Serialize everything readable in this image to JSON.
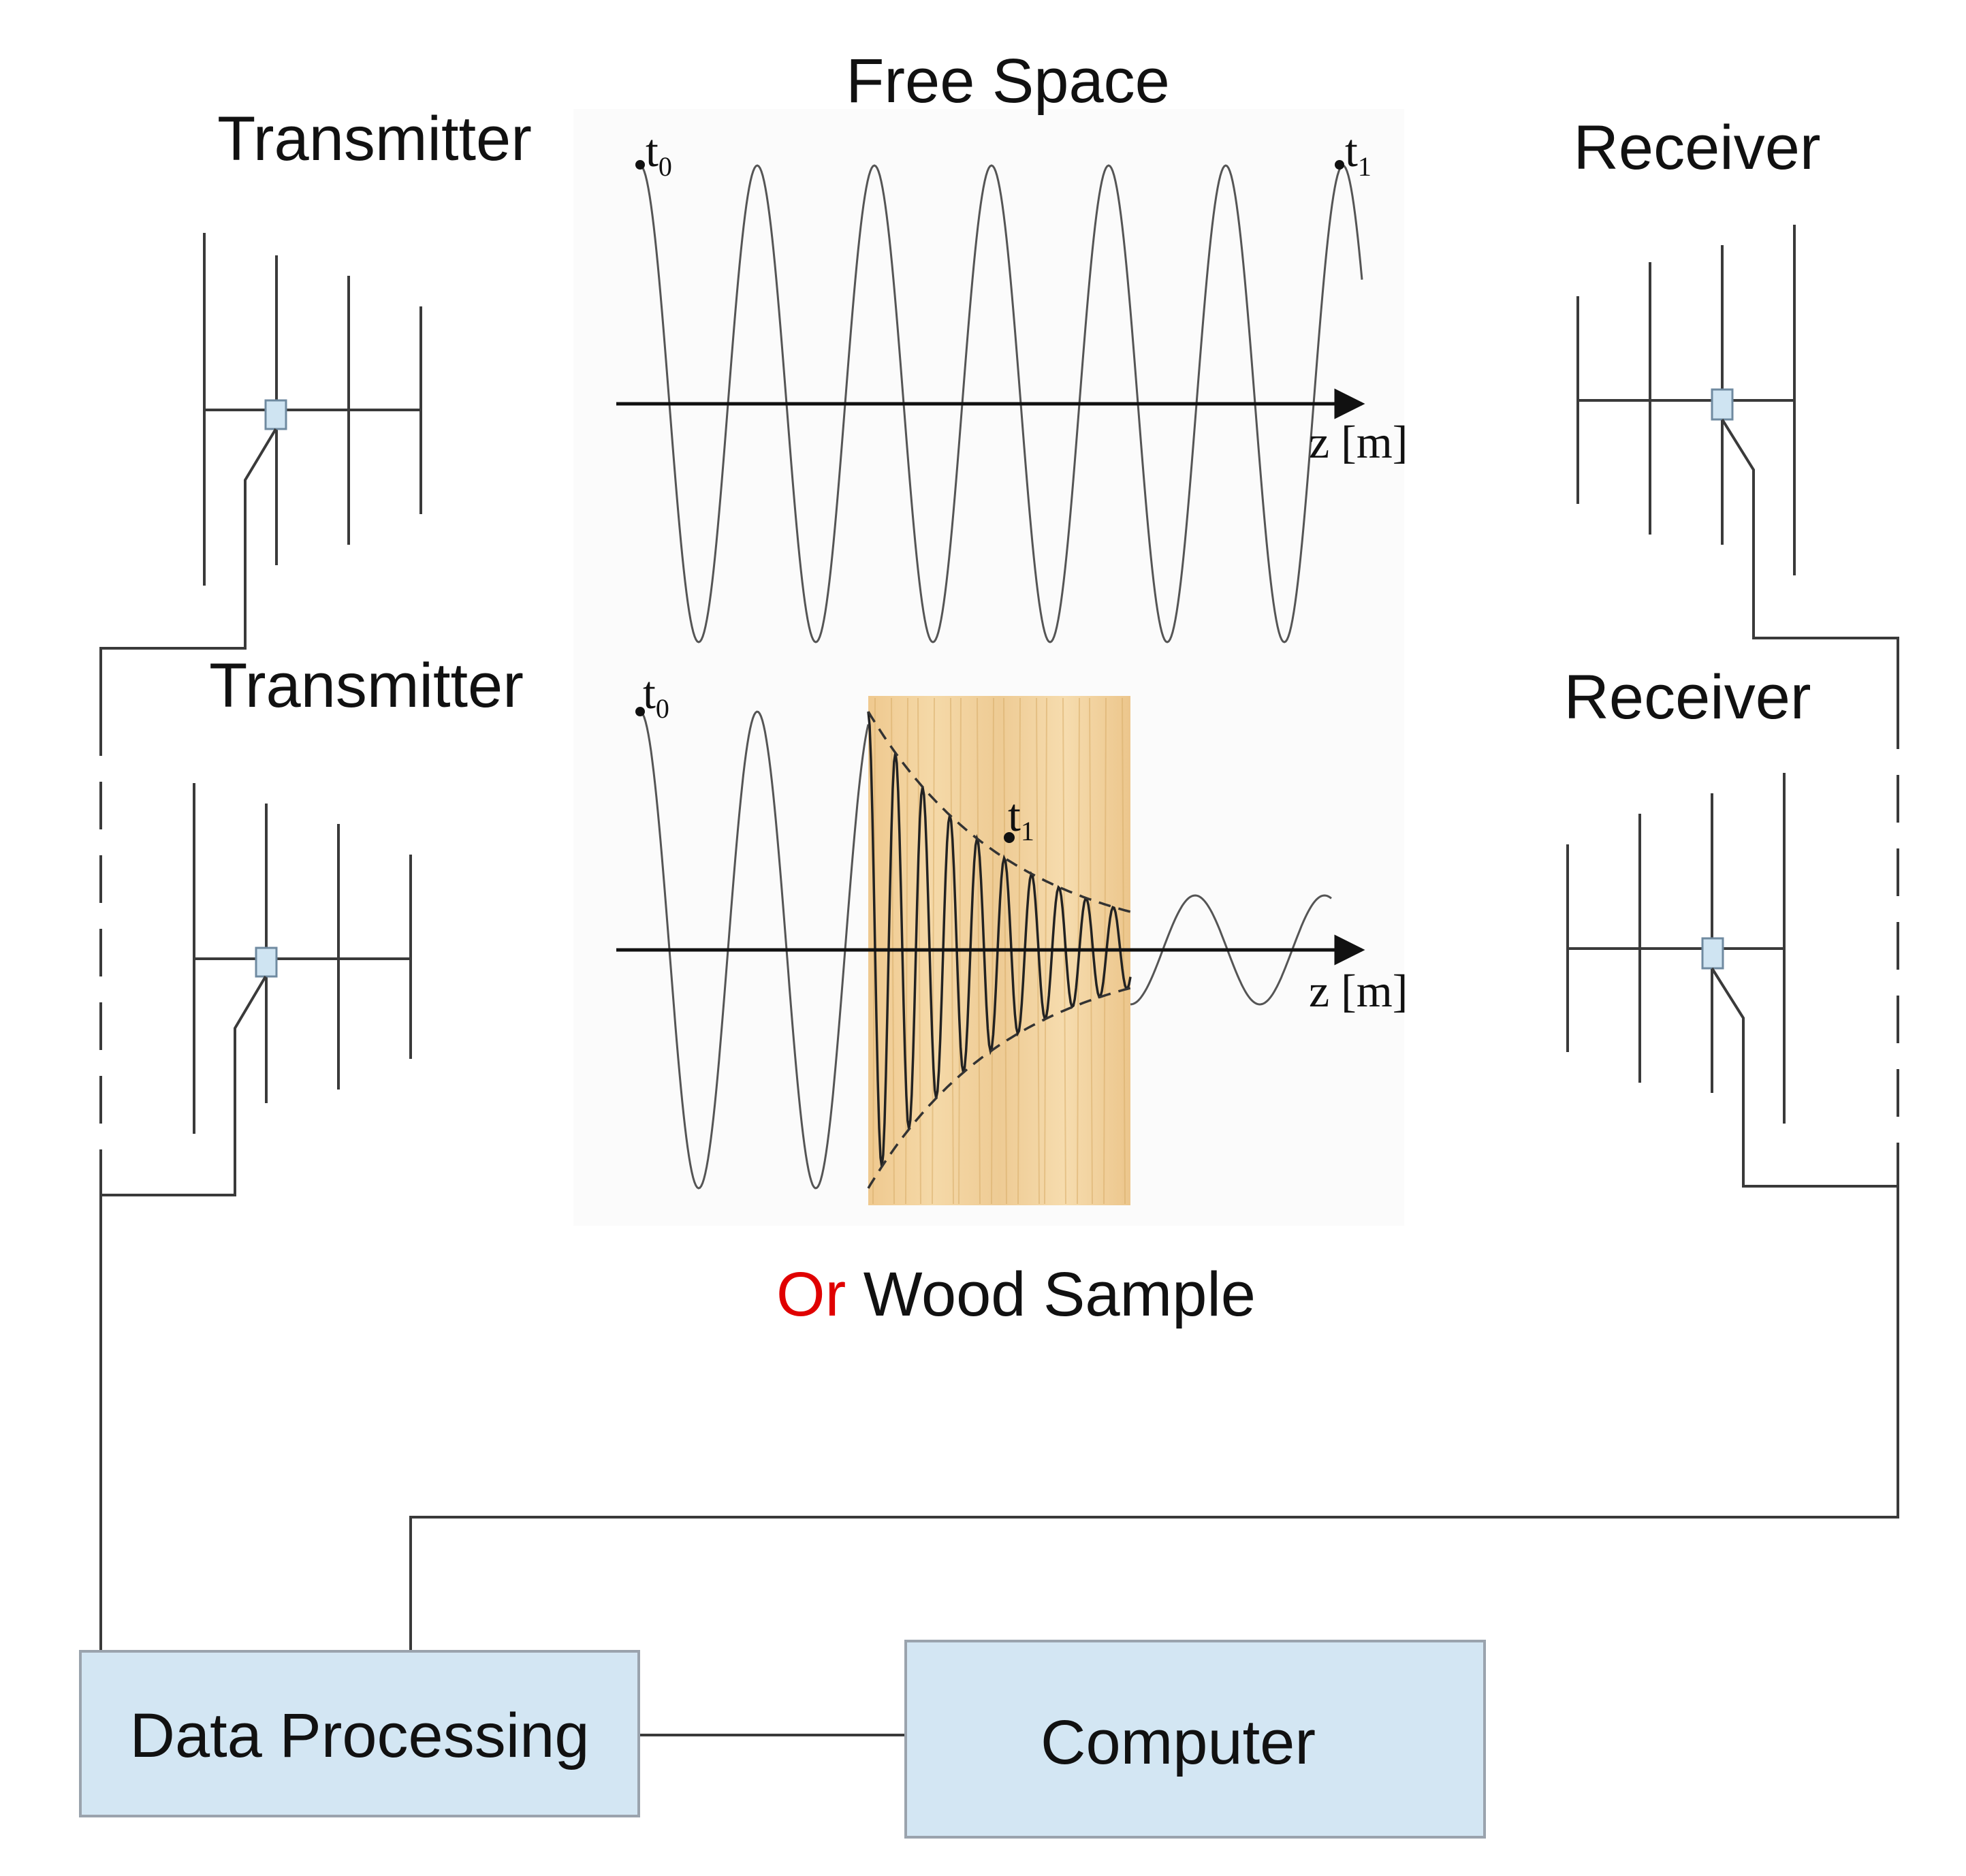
{
  "labels": {
    "free_space": "Free Space",
    "transmitter_top": "Transmitter",
    "transmitter_bottom": "Transmitter",
    "receiver_top": "Receiver",
    "receiver_bottom": "Receiver",
    "or": "Or",
    "wood_sample": " Wood Sample",
    "z_axis_top": "z [m]",
    "z_axis_bottom": "z [m]",
    "t0_top": "t",
    "t0_top_sub": "0",
    "t1_top": "t",
    "t1_top_sub": "1",
    "t0_bottom": "t",
    "t0_bottom_sub": "0",
    "t1_bottom": "t",
    "t1_bottom_sub": "1"
  },
  "boxes": {
    "data_processing": "Data Processing",
    "computer": "Computer"
  },
  "colors": {
    "box_fill": "#d3e6f3",
    "box_border": "#9aa3ad",
    "wood": "#f2d29c",
    "or_text": "#e00000",
    "feed_point": "#cfe4f2"
  }
}
